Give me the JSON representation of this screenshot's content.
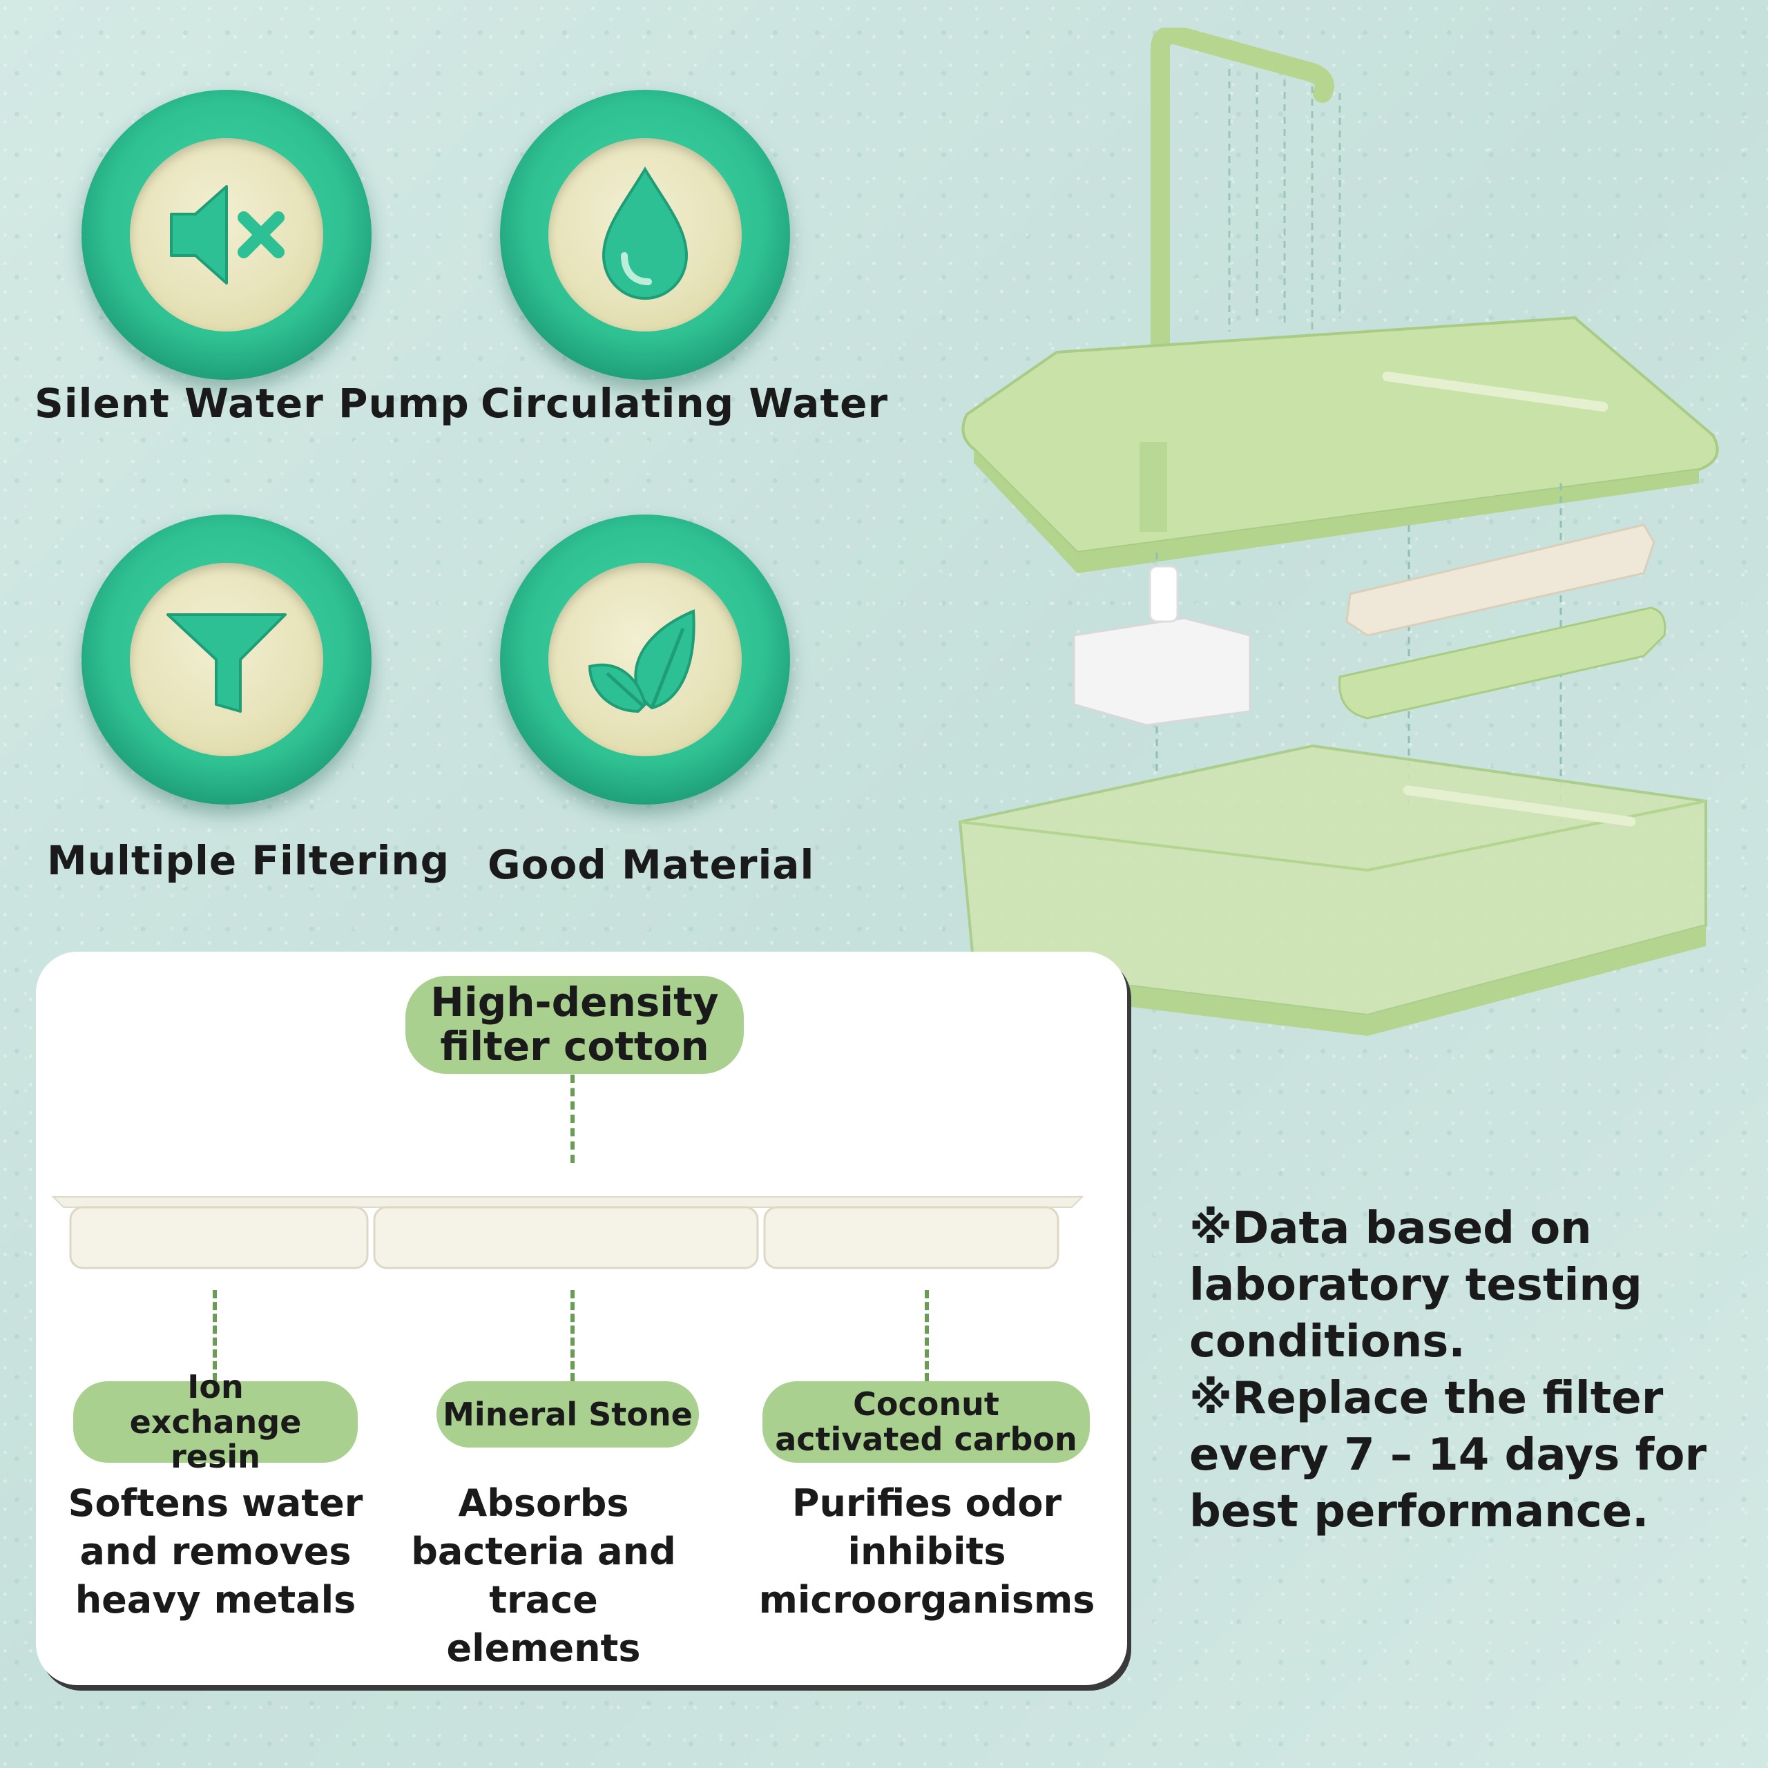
{
  "features": [
    {
      "label": "Silent Water Pump",
      "icon": "speaker-mute-icon"
    },
    {
      "label": "Circulating Water",
      "icon": "water-drop-icon"
    },
    {
      "label": "Multiple Filtering",
      "icon": "funnel-icon"
    },
    {
      "label": "Good Material",
      "icon": "leaf-icon"
    }
  ],
  "filter_panel": {
    "top_label": "High-density\nfilter cotton",
    "layers": [
      {
        "name": "Ion exchange resin",
        "description": "Softens water and removes heavy metals"
      },
      {
        "name": "Mineral Stone",
        "description": "Absorbs bacteria and trace elements"
      },
      {
        "name": "Coconut activated carbon",
        "description": "Purifies odor inhibits microorganisms"
      }
    ]
  },
  "notes": {
    "line1": "※Data based on",
    "line2": "laboratory testing",
    "line3": "conditions.",
    "line4": "※Replace the filter",
    "line5": "every 7 – 14 days for",
    "line6": "best performance."
  },
  "colors": {
    "background": "#cfe6e1",
    "badge_green": "#2fc192",
    "product_green": "#c8e0a4",
    "pill_green": "#a9d08e"
  }
}
